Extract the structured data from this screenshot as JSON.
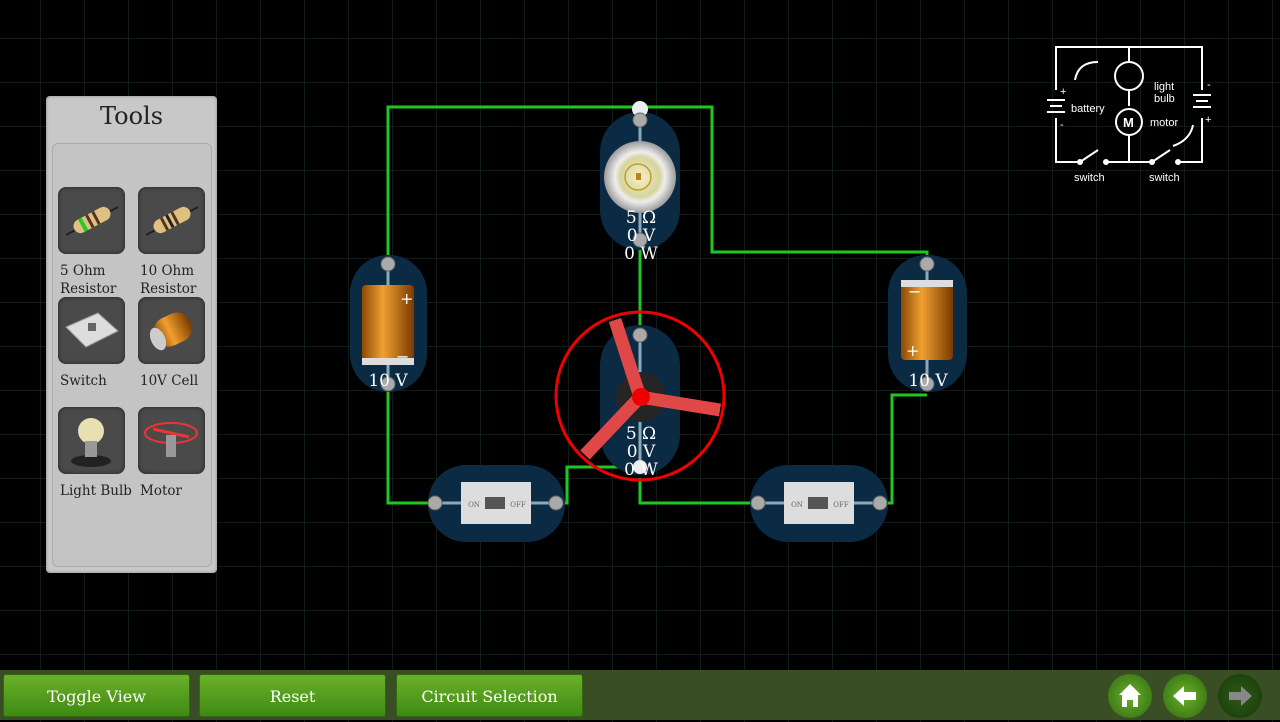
{
  "tools": {
    "title": "Tools",
    "items": [
      {
        "label_1": "5 Ohm",
        "label_2": "Resistor",
        "icon": "resistor-5ohm-icon"
      },
      {
        "label_1": "10 Ohm",
        "label_2": "Resistor",
        "icon": "resistor-10ohm-icon"
      },
      {
        "label_1": "Switch",
        "icon": "switch-icon"
      },
      {
        "label_1": "10V Cell",
        "icon": "battery-icon"
      },
      {
        "label_1": "Light Bulb",
        "icon": "light-bulb-icon"
      },
      {
        "label_1": "Motor",
        "icon": "motor-icon"
      }
    ]
  },
  "circuit": {
    "wire_color": "#1ec81e",
    "bulb": {
      "resistance": "5 Ω",
      "voltage": "0 V",
      "power": "0 W"
    },
    "motor": {
      "resistance": "5 Ω",
      "voltage": "0 V",
      "power": "0 W"
    },
    "battery_left": {
      "voltage": "10 V",
      "plus": "+",
      "minus": "−"
    },
    "battery_right": {
      "voltage": "10 V",
      "plus": "+",
      "minus": "−"
    },
    "switch_left": {
      "on": "ON",
      "off": "OFF"
    },
    "switch_right": {
      "on": "ON",
      "off": "OFF"
    }
  },
  "schematic": {
    "battery": "battery",
    "light": "light",
    "bulb": "bulb",
    "motor": "motor",
    "switch_1": "switch",
    "switch_2": "switch",
    "plus": "+",
    "minus": "-"
  },
  "bottom_bar": {
    "toggle_view": "Toggle View",
    "reset": "Reset",
    "circuit_selection": "Circuit Selection"
  }
}
